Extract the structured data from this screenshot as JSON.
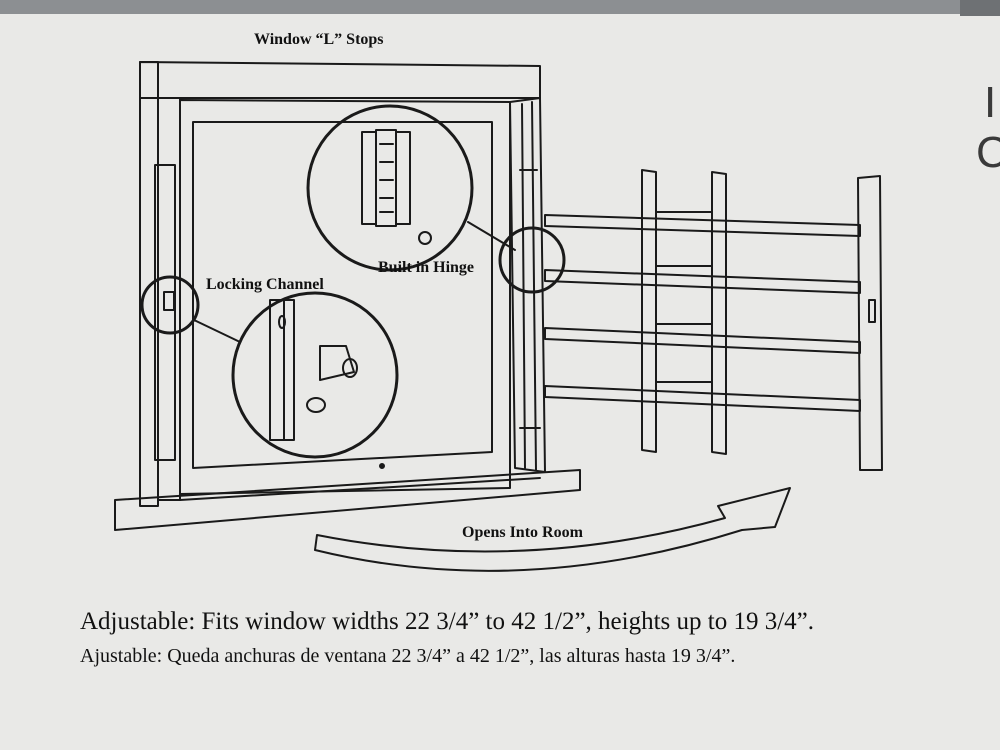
{
  "diagram": {
    "labels": {
      "l_stops": "Window “L” Stops",
      "hinge": "Built in Hinge",
      "locking": "Locking Channel",
      "opens": "Opens Into Room"
    },
    "captions": {
      "english": "Adjustable: Fits window widths 22 3/4” to 42 1/2”, heights up to 19 3/4”.",
      "spanish": "Ajustable: Queda anchuras de ventana 22 3/4” a 42 1/2”, las alturas hasta 19 3/4”."
    },
    "edge_text": [
      "I",
      "C"
    ]
  },
  "colors": {
    "background": "#e9e9e7",
    "ink": "#1a1a1a",
    "box_top": "#8c8f92"
  }
}
